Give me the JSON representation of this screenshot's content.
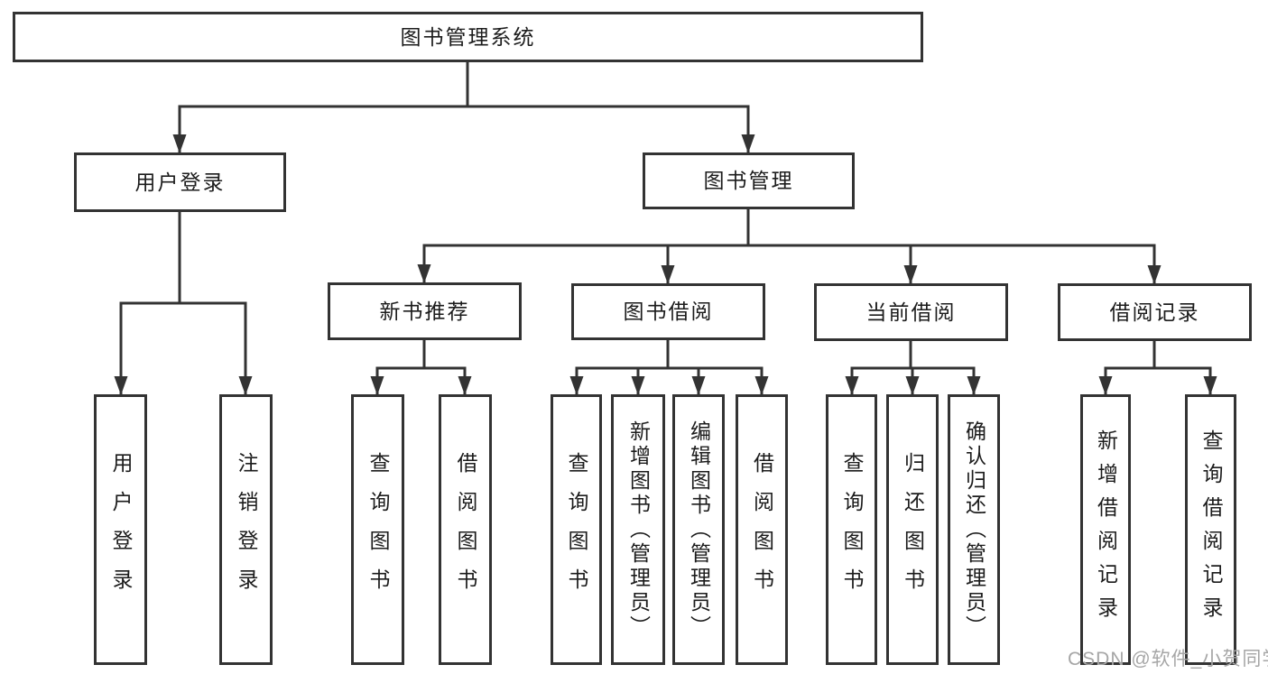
{
  "tree": {
    "root": "图书管理系统",
    "branches": [
      {
        "label": "用户登录",
        "children": [
          "用户登录",
          "注销登录"
        ]
      },
      {
        "label": "图书管理",
        "groups": [
          {
            "label": "新书推荐",
            "children": [
              "查询图书",
              "借阅图书"
            ]
          },
          {
            "label": "图书借阅",
            "children": [
              "查询图书",
              "新增图书（管理员）",
              "编辑图书（管理员）",
              "借阅图书"
            ]
          },
          {
            "label": "当前借阅",
            "children": [
              "查询图书",
              "归还图书",
              "确认归还（管理员）"
            ]
          },
          {
            "label": "借阅记录",
            "children": [
              "新增借阅记录",
              "查询借阅记录"
            ]
          }
        ]
      }
    ]
  },
  "watermark": "CSDN @软件_小贺同学",
  "colors": {
    "line": "#333333",
    "box_border": "#333333",
    "text": "#1c1c1c",
    "watermark": "#a6a6a6",
    "background": "#ffffff"
  }
}
